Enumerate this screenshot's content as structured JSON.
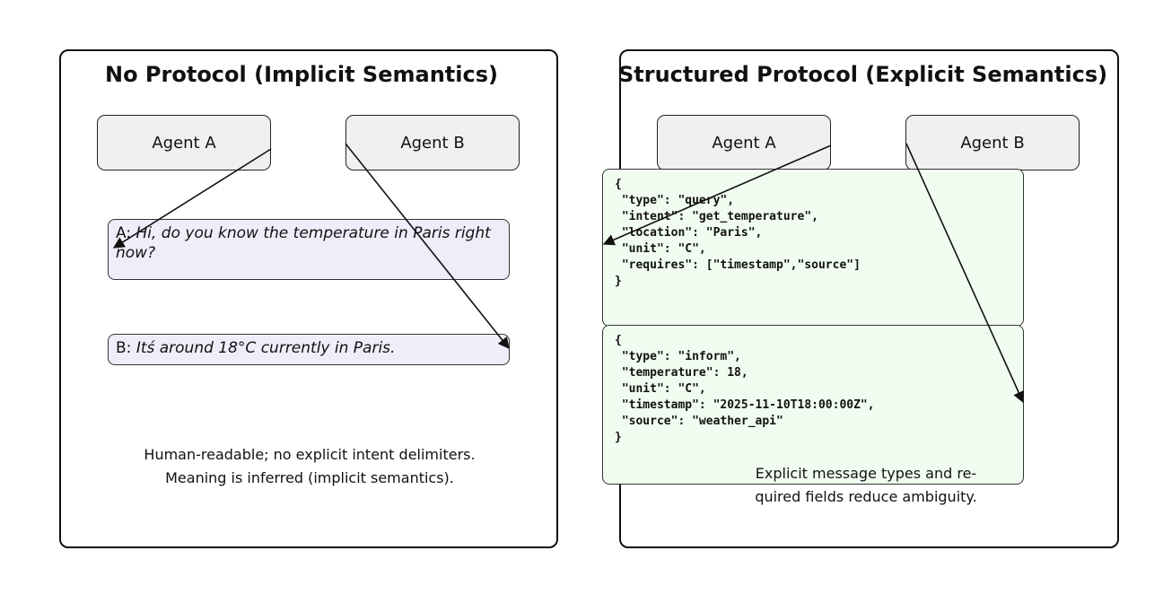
{
  "left_panel": {
    "title": "No Protocol (Implicit Semantics)",
    "agent_a": "Agent A",
    "agent_b": "Agent B",
    "message_a": {
      "speaker": "A",
      "text": "Hi, do you know the temperature in Paris right now?"
    },
    "message_b": {
      "speaker": "B",
      "text": "Itś around 18°C currently in Paris."
    },
    "caption_line1": "Human-readable; no explicit intent delimiters.",
    "caption_line2": "Meaning is inferred (implicit semantics)."
  },
  "right_panel": {
    "title": "Structured Protocol (Explicit Semantics)",
    "agent_a": "Agent A",
    "agent_b": "Agent B",
    "query_json": "{\n \"type\": \"query\",\n \"intent\": \"get_temperature\",\n \"location\": \"Paris\",\n \"unit\": \"C\",\n \"requires\": [\"timestamp\",\"source\"]\n}",
    "inform_json": "{\n \"type\": \"inform\",\n \"temperature\": 18,\n \"unit\": \"C\",\n \"timestamp\": \"2025-11-10T18:00:00Z\",\n \"source\": \"weather_api\"\n}",
    "caption_line1": "Explicit message types and re-",
    "caption_line2": "quired fields reduce ambiguity."
  },
  "colors": {
    "agent_fill": "#f0f0f0",
    "message_fill": "#eeeefa",
    "json_fill": "#f1fcf1",
    "stroke": "#111111"
  }
}
